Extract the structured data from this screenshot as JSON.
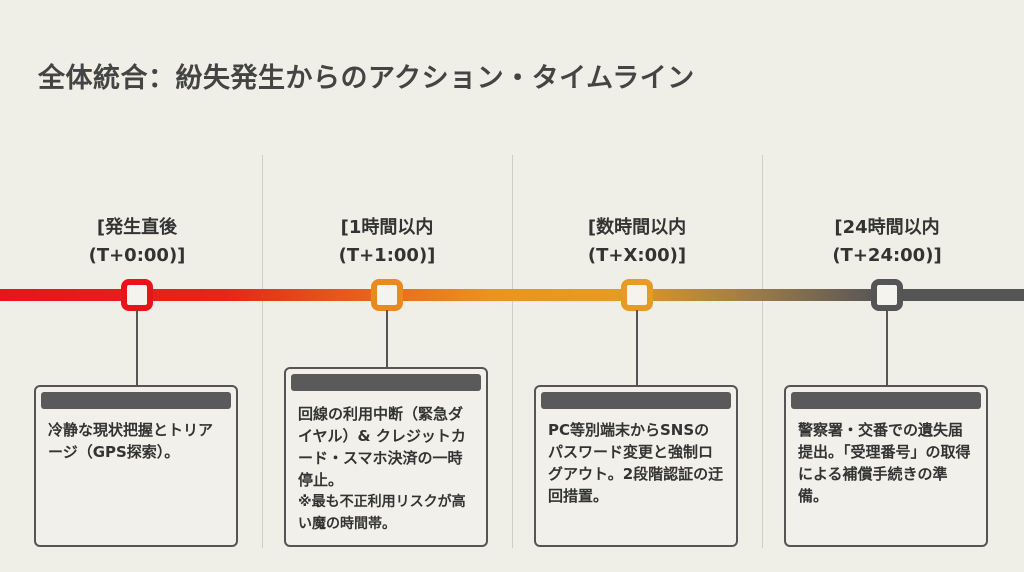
{
  "title": "全体統合：紛失発生からのアクション・タイムライン",
  "colors": {
    "stage1": "#e8141a",
    "stage2": "#e88a22",
    "stage3": "#e59b25",
    "stage4": "#555555"
  },
  "stages": [
    {
      "label_line1": "[発生直後",
      "label_line2": "(T+0:00)]",
      "text": "冷静な現状把握とトリアージ（GPS探索）。",
      "note": ""
    },
    {
      "label_line1": "[1時間以内",
      "label_line2": "(T+1:00)]",
      "text": "回線の利用中断（緊急ダイヤル）& クレジットカード・スマホ決済の一時停止。",
      "note": "※最も不正利用リスクが高い魔の時間帯。"
    },
    {
      "label_line1": "[数時間以内",
      "label_line2": "(T+X:00)]",
      "text": "PC等別端末からSNSのパスワード変更と強制ログアウト。2段階認証の迂回措置。",
      "note": ""
    },
    {
      "label_line1": "[24時間以内",
      "label_line2": "(T+24:00)]",
      "text": "警察署・交番での遺失届提出。「受理番号」の取得による補償手続きの準備。",
      "note": ""
    }
  ]
}
